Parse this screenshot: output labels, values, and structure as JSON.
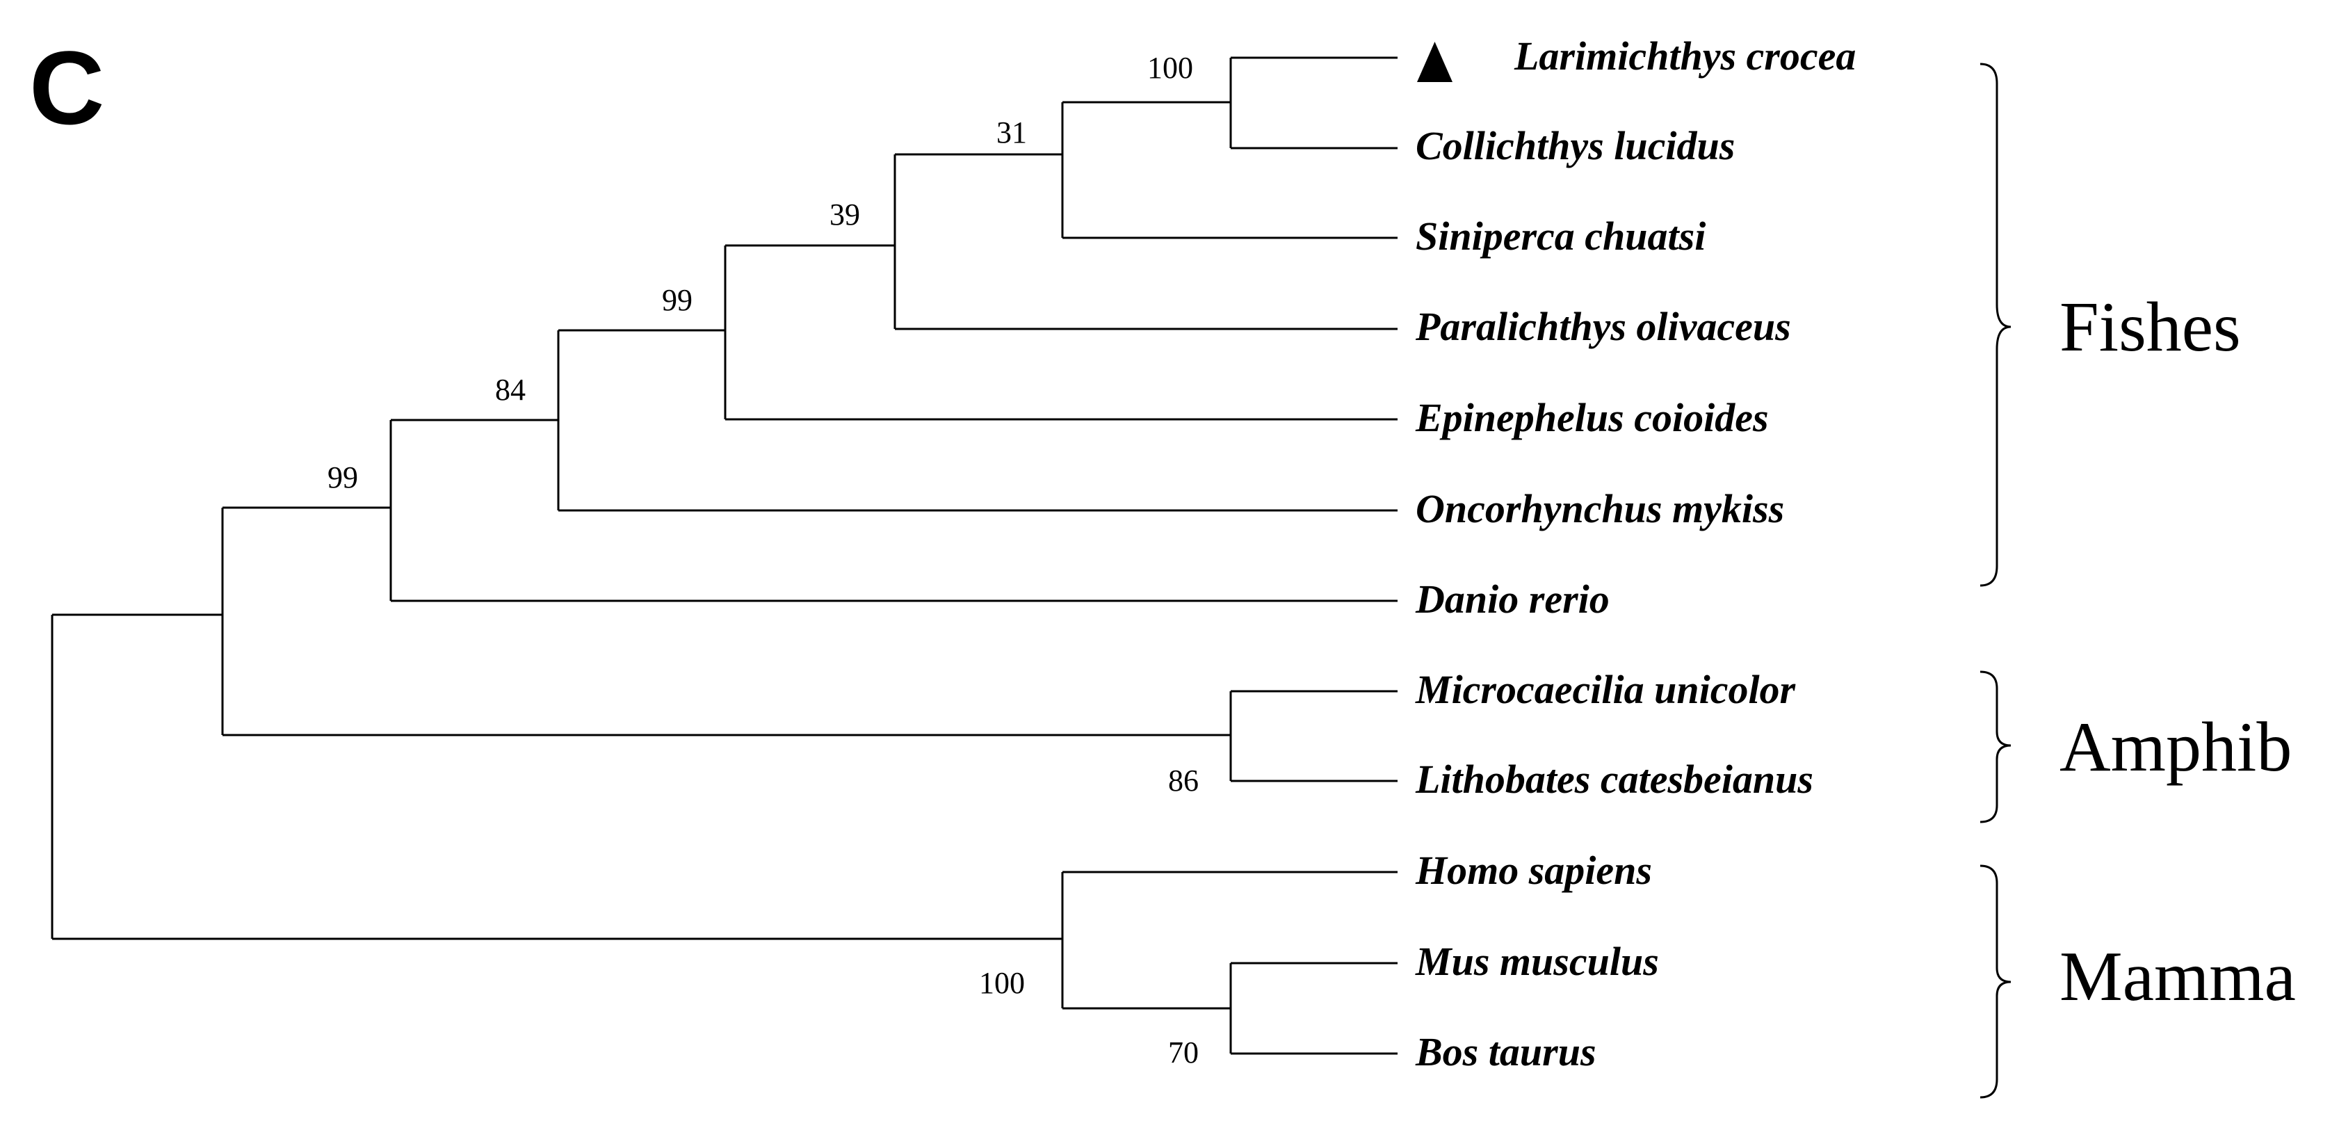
{
  "panel_label": "C",
  "taxa": [
    {
      "name": "Larimichthys crocea",
      "marker": "filled-triangle-icon"
    },
    {
      "name": "Collichthys lucidus"
    },
    {
      "name": "Siniperca chuatsi"
    },
    {
      "name": "Paralichthys olivaceus"
    },
    {
      "name": "Epinephelus coioides"
    },
    {
      "name": "Oncorhynchus mykiss"
    },
    {
      "name": "Danio rerio"
    },
    {
      "name": "Microcaecilia unicolor"
    },
    {
      "name": "Lithobates catesbeianus"
    },
    {
      "name": "Homo sapiens"
    },
    {
      "name": "Mus musculus"
    },
    {
      "name": "Bos taurus"
    }
  ],
  "support_values": [
    "100",
    "31",
    "39",
    "99",
    "84",
    "99",
    "86",
    "100",
    "70"
  ],
  "groups": [
    {
      "label": "Fishes"
    },
    {
      "label": "Amphib"
    },
    {
      "label": "Mamma"
    }
  ]
}
